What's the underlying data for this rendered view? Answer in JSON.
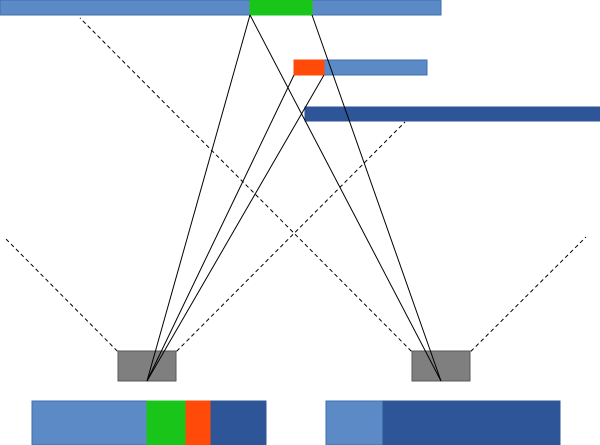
{
  "colors": {
    "light_blue": "#5b8ac6",
    "light_blue_stroke": "#3f6fae",
    "dark_blue": "#2d5597",
    "green": "#19c519",
    "orange": "#ff4a0a",
    "sensor_gray": "#7f7f7f",
    "sensor_stroke": "#595959",
    "line": "#000000"
  },
  "diagram": {
    "elements": [
      "top-bar",
      "top-bar-green-segment",
      "middle-bar",
      "middle-bar-orange-segment",
      "dark-blue-bar",
      "left-sensor",
      "right-sensor",
      "left-result-bar",
      "right-result-bar"
    ],
    "left_result_segments": [
      "light_blue",
      "green",
      "orange",
      "dark_blue"
    ],
    "right_result_segments": [
      "light_blue",
      "dark_blue"
    ]
  }
}
